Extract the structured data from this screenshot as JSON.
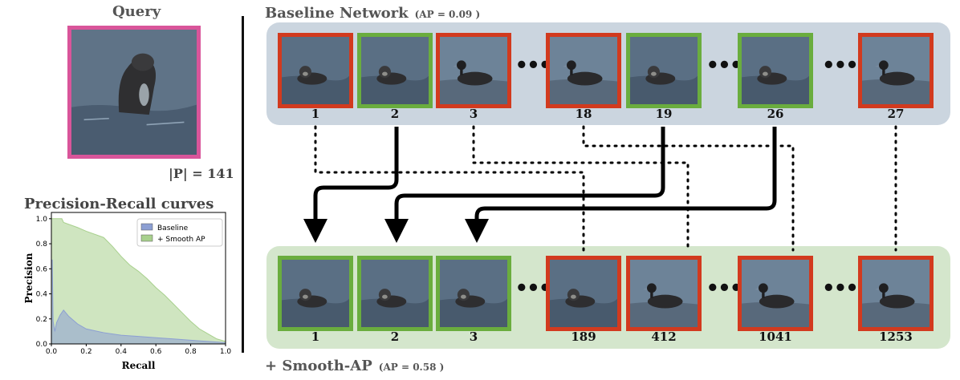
{
  "query": {
    "title": "Query",
    "positives": "|P| = 141",
    "image": "sea-otter"
  },
  "baseline": {
    "title": "Baseline Network",
    "ap": "(AP = 0.09 )",
    "items": [
      {
        "rank": "1",
        "relevant": false,
        "image": "sea-otter"
      },
      {
        "rank": "2",
        "relevant": true,
        "image": "sea-otter"
      },
      {
        "rank": "3",
        "relevant": false,
        "image": "duck"
      },
      {
        "rank": "18",
        "relevant": false,
        "image": "duck"
      },
      {
        "rank": "19",
        "relevant": true,
        "image": "sea-otter"
      },
      {
        "rank": "26",
        "relevant": true,
        "image": "sea-otter"
      },
      {
        "rank": "27",
        "relevant": false,
        "image": "duck"
      }
    ]
  },
  "smooth": {
    "title": "+ Smooth-AP",
    "ap": "(AP = 0.58 )",
    "items": [
      {
        "rank": "1",
        "relevant": true,
        "image": "sea-otter"
      },
      {
        "rank": "2",
        "relevant": true,
        "image": "sea-otter"
      },
      {
        "rank": "3",
        "relevant": true,
        "image": "sea-otter"
      },
      {
        "rank": "189",
        "relevant": false,
        "image": "sea-otter"
      },
      {
        "rank": "412",
        "relevant": false,
        "image": "duck"
      },
      {
        "rank": "1041",
        "relevant": false,
        "image": "duck"
      },
      {
        "rank": "1253",
        "relevant": false,
        "image": "duck"
      }
    ]
  },
  "pr_chart": {
    "title": "Precision-Recall curves",
    "chart_data": {
      "type": "area",
      "xlabel": "Recall",
      "ylabel": "Precision",
      "xlim": [
        0.0,
        1.0
      ],
      "ylim": [
        0.0,
        1.05
      ],
      "xticks": [
        "0.0",
        "0.2",
        "0.4",
        "0.6",
        "0.8",
        "1.0"
      ],
      "yticks": [
        "0.0",
        "0.2",
        "0.4",
        "0.6",
        "0.8",
        "1.0"
      ],
      "legend_position": "top-right",
      "series": [
        {
          "name": "Baseline",
          "color": "#8c9fd3",
          "x": [
            0.0,
            0.005,
            0.01,
            0.02,
            0.03,
            0.05,
            0.07,
            0.1,
            0.15,
            0.2,
            0.3,
            0.4,
            0.5,
            0.6,
            0.7,
            0.8,
            0.9,
            1.0
          ],
          "y": [
            0.67,
            0.67,
            0.18,
            0.1,
            0.17,
            0.23,
            0.27,
            0.22,
            0.16,
            0.12,
            0.09,
            0.07,
            0.06,
            0.05,
            0.04,
            0.03,
            0.02,
            0.01
          ]
        },
        {
          "name": "+ Smooth AP",
          "color": "#a8d08d",
          "x": [
            0.0,
            0.06,
            0.07,
            0.15,
            0.2,
            0.3,
            0.35,
            0.4,
            0.45,
            0.5,
            0.55,
            0.6,
            0.65,
            0.7,
            0.75,
            0.8,
            0.85,
            0.9,
            0.95,
            1.0
          ],
          "y": [
            1.0,
            1.0,
            0.97,
            0.93,
            0.9,
            0.85,
            0.78,
            0.7,
            0.63,
            0.58,
            0.52,
            0.45,
            0.39,
            0.32,
            0.25,
            0.18,
            0.12,
            0.08,
            0.04,
            0.02
          ]
        }
      ]
    }
  },
  "colors": {
    "relevant_border": "#6aad3e",
    "irrelevant_border": "#d23a1e",
    "query_border": "#d9559a",
    "baseline_panel": "#cbd5df",
    "smooth_panel": "#d4e6cc"
  }
}
